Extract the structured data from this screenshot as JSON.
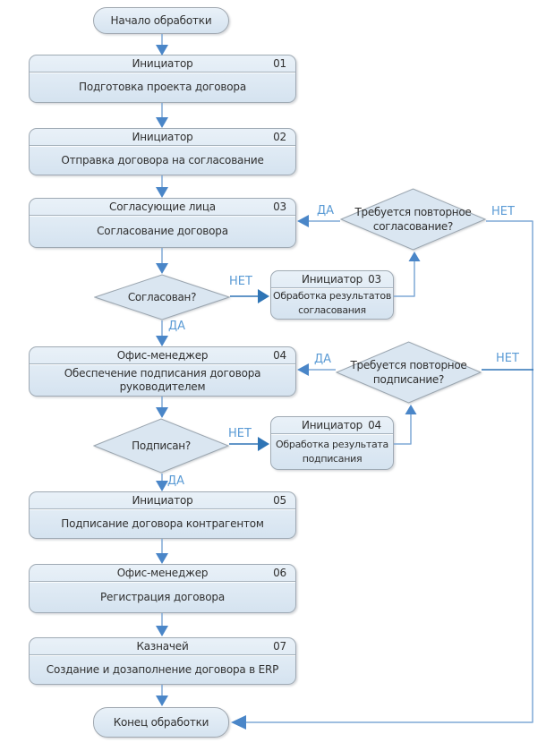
{
  "palette": {
    "node_fill_top": "#E9F1F8",
    "node_fill_bottom": "#D5E3F0",
    "node_border": "#9FAAB4",
    "diamond_fill": "#DAE6F1",
    "text": "#303030",
    "label_blue": "#5B9BD5",
    "connector_light": "#7FA8D6",
    "connector_dark": "#2E74B5",
    "arrowhead": "#4A86C8"
  },
  "labels": {
    "yes": "ДА",
    "no": "НЕТ"
  },
  "nodes": {
    "start": {
      "text": "Начало обработки"
    },
    "end": {
      "text": "Конец обработки"
    },
    "steps": [
      {
        "id": "01",
        "role": "Инициатор",
        "lines": [
          "Подготовка проекта договора"
        ]
      },
      {
        "id": "02",
        "role": "Инициатор",
        "lines": [
          "Отправка договора на согласование"
        ]
      },
      {
        "id": "03",
        "role": "Согласующие лица",
        "lines": [
          "Согласование договора"
        ]
      },
      {
        "id": "04",
        "role": "Офис-менеджер",
        "lines": [
          "Обеспечение подписания договора",
          "руководителем"
        ]
      },
      {
        "id": "05",
        "role": "Инициатор",
        "lines": [
          "Подписание договора контрагентом"
        ]
      },
      {
        "id": "06",
        "role": "Офис-менеджер",
        "lines": [
          "Регистрация договора"
        ]
      },
      {
        "id": "07",
        "role": "Казначей",
        "lines": [
          "Создание и дозаполнение договора в ERP"
        ]
      }
    ],
    "side_steps": [
      {
        "id": "03",
        "role": "Инициатор",
        "lines": [
          "Обработка результатов",
          "согласования"
        ]
      },
      {
        "id": "04",
        "role": "Инициатор",
        "lines": [
          "Обработка результата",
          "подписания"
        ]
      }
    ],
    "decisions": [
      {
        "lines": [
          "Согласован?"
        ]
      },
      {
        "lines": [
          "Требуется повторное",
          "согласование?"
        ]
      },
      {
        "lines": [
          "Требуется повторное",
          "подписание?"
        ]
      },
      {
        "lines": [
          "Подписан?"
        ]
      }
    ]
  }
}
